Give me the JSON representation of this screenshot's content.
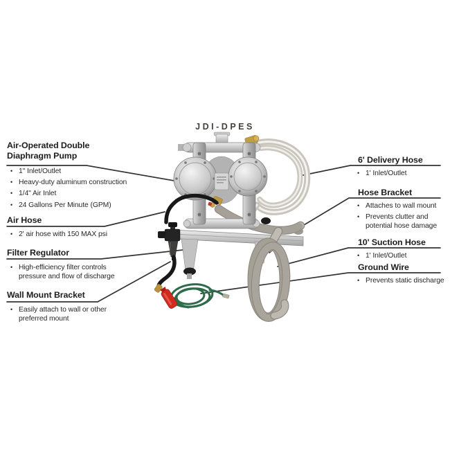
{
  "title": "JDI-DPES",
  "product": "Air-operated double diaphragm pump with hoses and wall mount kit",
  "colors": {
    "text": "#231f20",
    "callout_line": "#333333",
    "pump_metal": "#c7c7c7",
    "brass_fitting": "#c09a3e",
    "air_hose_black": "#181818",
    "ground_wire_green": "#2e6b4a",
    "clamp_red": "#cf2b1f",
    "clear_hose": "#c9c5bd",
    "suction_hose": "#beb9b0"
  },
  "callouts": {
    "left": [
      {
        "heading": "Air-Operated Double\nDiaphragm Pump",
        "bullets": [
          "1\" Inlet/Outlet",
          "Heavy-duty aluminum construction",
          "1/4\" Air Inlet",
          "24 Gallons Per Minute (GPM)"
        ]
      },
      {
        "heading": "Air Hose",
        "bullets": [
          "2' air hose with 150 MAX psi"
        ]
      },
      {
        "heading": "Filter Regulator",
        "bullets": [
          "High-efficiency filter controls pressure and flow of discharge"
        ]
      },
      {
        "heading": "Wall Mount Bracket",
        "bullets": [
          "Easily attach to wall or other preferred mount"
        ]
      }
    ],
    "right": [
      {
        "heading": "6' Delivery Hose",
        "bullets": [
          "1' Inlet/Outlet"
        ]
      },
      {
        "heading": "Hose Bracket",
        "bullets": [
          "Attaches to wall mount",
          "Prevents clutter and potential hose damage"
        ]
      },
      {
        "heading": "10' Suction Hose",
        "bullets": [
          "1' Inlet/Outlet"
        ]
      },
      {
        "heading": "Ground Wire",
        "bullets": [
          "Prevents static discharge"
        ]
      }
    ]
  }
}
